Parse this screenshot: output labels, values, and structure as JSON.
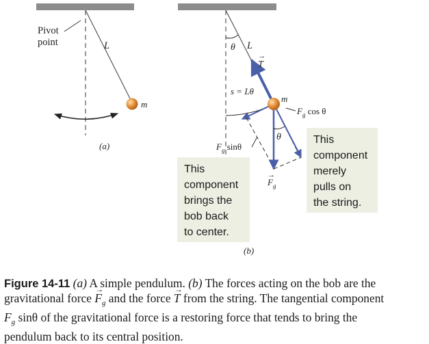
{
  "panel_a": {
    "pivot_line1": "Pivot",
    "pivot_line2": "point",
    "length_label": "L",
    "bob_label": "m",
    "panel_label": "(a)"
  },
  "panel_b": {
    "angle_top": "θ",
    "length_label": "L",
    "tension_label": "T",
    "arc_label": "s = Lθ",
    "bob_label": "m",
    "fg_cos_label": "F",
    "fg_cos_sub": "g",
    "fg_cos_rest": " cos θ",
    "angle_mid": "θ",
    "fg_sin_label": "F",
    "fg_sin_sub": "g",
    "fg_sin_rest": " sinθ",
    "fg_label": "F",
    "fg_sub": "g",
    "panel_label": "(b)"
  },
  "note_left": [
    "This",
    "component",
    "brings the",
    "bob back",
    "to center."
  ],
  "note_right": [
    "This",
    "component",
    "merely",
    "pulls on",
    "the string."
  ],
  "caption": {
    "fig_label": "Figure 14-11",
    "part_a": "(a)",
    "text_a": " A simple pendulum. ",
    "part_b": "(b)",
    "text_b": " The forces acting on the bob are the",
    "line2_pre": "gravitational force ",
    "fg_symbol": "F",
    "fg_sub": "g",
    "line2_mid": " and the force ",
    "t_symbol": "T",
    "line2_post": " from the string. The tangential component",
    "line3_fg": "F",
    "line3_sub": "g",
    "line3_sin": " sinθ",
    "line3_post": "   of the gravitational force is a restoring force that tends to bring the",
    "line4": "pendulum back to its central position."
  },
  "colors": {
    "ceiling": "#8c8c8c",
    "bob": "#e8923a",
    "vector": "#4a5fa8",
    "note_bg": "#ecefe2"
  }
}
